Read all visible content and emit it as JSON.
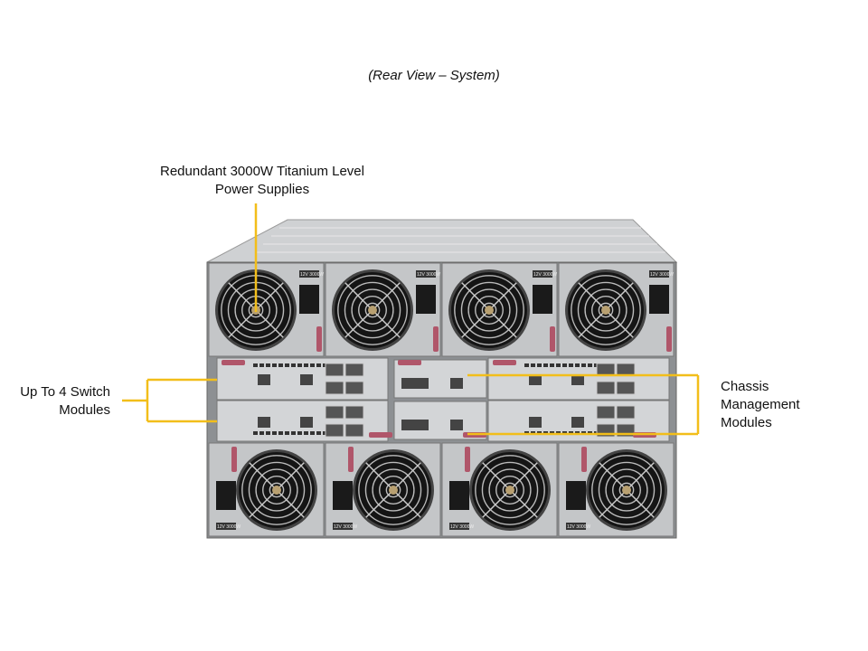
{
  "title": "(Rear View – System)",
  "callouts": {
    "power_supplies": "Redundant 3000W Titanium Level Power Supplies",
    "switch_modules": "Up To 4 Switch Modules",
    "cmm": "Chassis Management Modules"
  },
  "psu_label": "12V 3000W",
  "colors": {
    "callout": "#F2BE1A",
    "chassis": "#b9bbbe",
    "handle": "#b0566a"
  }
}
